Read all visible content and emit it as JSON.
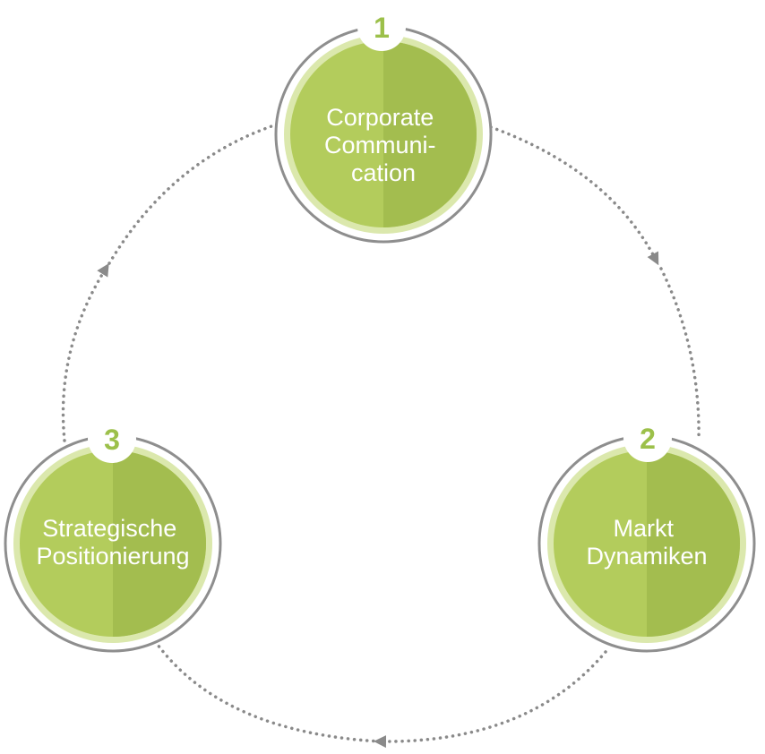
{
  "colors": {
    "circle_light": "#b3cc5c",
    "circle_dark": "#a3bd4f",
    "inner_ring": "#dbe8ad",
    "outer_ring": "#8e8e8e",
    "connector": "#8a8a8a",
    "badge_text": "#9cc04a",
    "label_text": "#ffffff"
  },
  "nodes": [
    {
      "number": "1",
      "label_lines": [
        "Corporate",
        "Communi-",
        "cation"
      ]
    },
    {
      "number": "2",
      "label_lines": [
        "Markt",
        "Dynamiken"
      ]
    },
    {
      "number": "3",
      "label_lines": [
        "Strategische",
        "Positionierung"
      ]
    }
  ],
  "connectors": [
    {
      "from": "1",
      "to": "2",
      "style": "dotted",
      "arrow": "end"
    },
    {
      "from": "2",
      "to": "3",
      "style": "dotted",
      "arrow": "end"
    },
    {
      "from": "3",
      "to": "1",
      "style": "dotted",
      "arrow": "end"
    }
  ]
}
